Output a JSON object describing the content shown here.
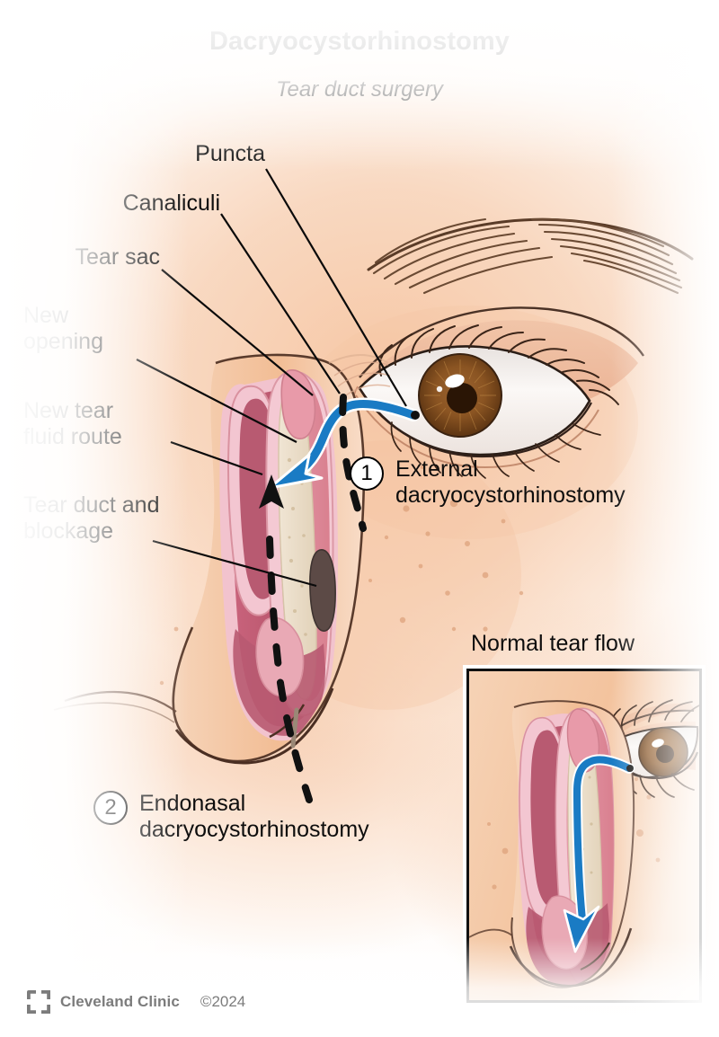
{
  "header": {
    "title": "Dacryocystorhinostomy",
    "subtitle": "Tear duct surgery"
  },
  "labels": [
    {
      "id": "puncta",
      "text": "Puncta"
    },
    {
      "id": "canaliculi",
      "text": "Canaliculi"
    },
    {
      "id": "tear-sac",
      "text": "Tear sac"
    },
    {
      "id": "new-opening",
      "text": "New\nopening"
    },
    {
      "id": "new-route",
      "text": "New tear\nfluid route"
    },
    {
      "id": "blockage",
      "text": "Tear duct and\nblockage"
    }
  ],
  "callouts": [
    {
      "number": "1",
      "line1": "External",
      "line2": "dacryocystorhinostomy"
    },
    {
      "number": "2",
      "line1": "Endonasal",
      "line2": "dacryocystorhinostomy"
    }
  ],
  "inset": {
    "title": "Normal tear flow"
  },
  "footer": {
    "brand": "Cleveland Clinic",
    "copyright": "©2024"
  },
  "colors": {
    "tear_flow_blue": "#1a7bc4",
    "mucosa_dark": "#b8556b",
    "mucosa_mid": "#e08fa0",
    "mucosa_light": "#f4c3ce",
    "bone": "#ece0cf",
    "blockage": "#5c4a46",
    "skin_mid": "#f2c19b",
    "text": "#0d0d0d",
    "footer_gray": "#7c7c7c"
  }
}
